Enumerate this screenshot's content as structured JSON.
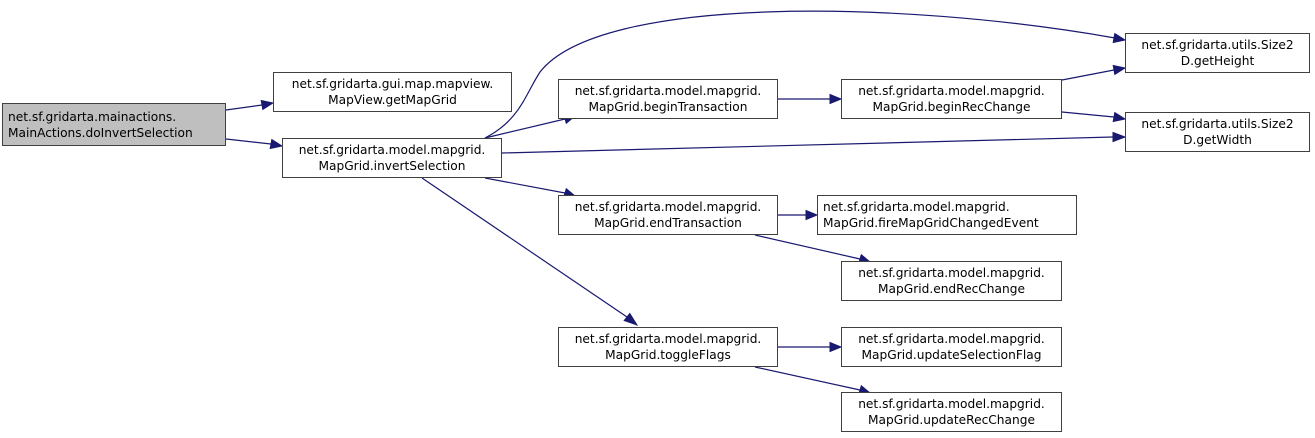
{
  "diagram": {
    "type": "call-graph",
    "colors": {
      "edge": "#191970",
      "root_fill": "#bfbfbf",
      "node_fill": "#ffffff",
      "node_border": "#404040"
    },
    "nodes": [
      {
        "id": "doInvertSelection",
        "line1": "net.sf.gridarta.mainactions.",
        "line2": "MainActions.doInvertSelection",
        "root": true
      },
      {
        "id": "getMapGrid",
        "line1": "net.sf.gridarta.gui.map.mapview.",
        "line2": "MapView.getMapGrid"
      },
      {
        "id": "invertSelection",
        "line1": "net.sf.gridarta.model.mapgrid.",
        "line2": "MapGrid.invertSelection"
      },
      {
        "id": "beginTransaction",
        "line1": "net.sf.gridarta.model.mapgrid.",
        "line2": "MapGrid.beginTransaction"
      },
      {
        "id": "beginRecChange",
        "line1": "net.sf.gridarta.model.mapgrid.",
        "line2": "MapGrid.beginRecChange"
      },
      {
        "id": "getHeight",
        "line1": "net.sf.gridarta.utils.Size2",
        "line2": "D.getHeight"
      },
      {
        "id": "getWidth",
        "line1": "net.sf.gridarta.utils.Size2",
        "line2": "D.getWidth"
      },
      {
        "id": "endTransaction",
        "line1": "net.sf.gridarta.model.mapgrid.",
        "line2": "MapGrid.endTransaction"
      },
      {
        "id": "fireMapGridChangedEvent",
        "line1": "net.sf.gridarta.model.mapgrid.",
        "line2": "MapGrid.fireMapGridChangedEvent"
      },
      {
        "id": "endRecChange",
        "line1": "net.sf.gridarta.model.mapgrid.",
        "line2": "MapGrid.endRecChange"
      },
      {
        "id": "toggleFlags",
        "line1": "net.sf.gridarta.model.mapgrid.",
        "line2": "MapGrid.toggleFlags"
      },
      {
        "id": "updateSelectionFlag",
        "line1": "net.sf.gridarta.model.mapgrid.",
        "line2": "MapGrid.updateSelectionFlag"
      },
      {
        "id": "updateRecChange",
        "line1": "net.sf.gridarta.model.mapgrid.",
        "line2": "MapGrid.updateRecChange"
      }
    ],
    "edges": [
      {
        "from": "doInvertSelection",
        "to": "getMapGrid"
      },
      {
        "from": "doInvertSelection",
        "to": "invertSelection"
      },
      {
        "from": "invertSelection",
        "to": "beginTransaction"
      },
      {
        "from": "invertSelection",
        "to": "getHeight"
      },
      {
        "from": "invertSelection",
        "to": "getWidth"
      },
      {
        "from": "invertSelection",
        "to": "endTransaction"
      },
      {
        "from": "invertSelection",
        "to": "toggleFlags"
      },
      {
        "from": "beginTransaction",
        "to": "beginRecChange"
      },
      {
        "from": "beginRecChange",
        "to": "getHeight"
      },
      {
        "from": "beginRecChange",
        "to": "getWidth"
      },
      {
        "from": "endTransaction",
        "to": "fireMapGridChangedEvent"
      },
      {
        "from": "endTransaction",
        "to": "endRecChange"
      },
      {
        "from": "toggleFlags",
        "to": "updateSelectionFlag"
      },
      {
        "from": "toggleFlags",
        "to": "updateRecChange"
      }
    ]
  }
}
